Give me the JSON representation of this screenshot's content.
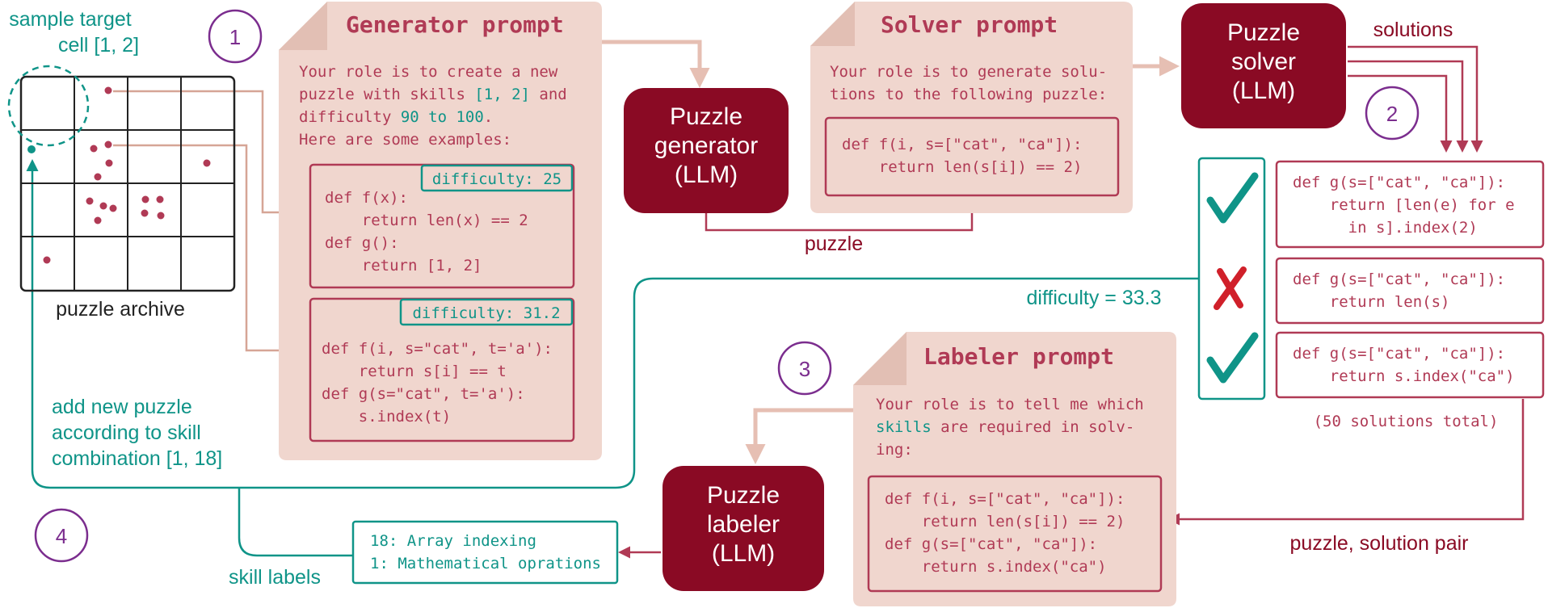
{
  "colors": {
    "maroon": "#8a0a24",
    "rose": "#b03a55",
    "teal": "#0f9488",
    "purple": "#7b2d8e",
    "paper": "#f0d6ce",
    "paper_fold": "#e2bfb4",
    "arrow_light": "#e6bfb3",
    "arrow_mid": "#d6a596"
  },
  "archive": {
    "target_label_line1": "sample target",
    "target_label_line2": "cell [1, 2]",
    "caption": "puzzle archive"
  },
  "steps": [
    "1",
    "2",
    "3",
    "4"
  ],
  "generator_prompt": {
    "title": "Generator prompt",
    "lines": [
      [
        {
          "t": "Your role is to create a new"
        }
      ],
      [
        {
          "t": "puzzle with skills "
        },
        {
          "t": "[1, 2]",
          "c": "teal"
        },
        {
          "t": " and"
        }
      ],
      [
        {
          "t": "difficulty "
        },
        {
          "t": "90 to 100",
          "c": "teal"
        },
        {
          "t": "."
        }
      ],
      [
        {
          "t": "Here are some examples:"
        }
      ]
    ],
    "example1": {
      "badge": "difficulty: 25",
      "code": [
        "def f(x):",
        "    return len(x) == 2",
        "def g():",
        "    return [1, 2]"
      ]
    },
    "example2": {
      "badge": "difficulty: 31.2",
      "code": [
        "def f(i, s=\"cat\", t='a'):",
        "    return s[i] == t",
        "def g(s=\"cat\", t='a'):",
        "    s.index(t)"
      ]
    }
  },
  "puzzle_generator": {
    "lines": [
      "Puzzle",
      "generator",
      "(LLM)"
    ]
  },
  "edge_puzzle": "puzzle",
  "solver_prompt": {
    "title": "Solver prompt",
    "lines": [
      "Your role is to generate solu-",
      "tions to the following puzzle:"
    ],
    "code": [
      "def f(i, s=[\"cat\", \"ca\"]):",
      "    return len(s[i]) == 2)"
    ]
  },
  "puzzle_solver": {
    "lines": [
      "Puzzle",
      "solver",
      "(LLM)"
    ]
  },
  "edge_solutions": "solutions",
  "solutions": [
    {
      "code": [
        "def g(s=[\"cat\", \"ca\"]):",
        "    return [len(e) for e",
        "      in s].index(2)"
      ],
      "verdict": "check"
    },
    {
      "code": [
        "def g(s=[\"cat\", \"ca\"]):",
        "    return len(s)"
      ],
      "verdict": "cross"
    },
    {
      "code": [
        "def g(s=[\"cat\", \"ca\"]):",
        "    return s.index(\"ca\")"
      ],
      "verdict": "check"
    }
  ],
  "solutions_total": "(50 solutions total)",
  "difficulty_label": "difficulty = 33.3",
  "edge_pair": "puzzle, solution pair",
  "labeler_prompt": {
    "title": "Labeler prompt",
    "lines": [
      [
        {
          "t": "Your role is to tell me which"
        }
      ],
      [
        {
          "t": "skills",
          "c": "teal"
        },
        {
          "t": " are required in solv-"
        }
      ],
      [
        {
          "t": "ing:"
        }
      ]
    ],
    "code": [
      "def f(i, s=[\"cat\", \"ca\"]):",
      "    return len(s[i]) == 2)",
      "def g(s=[\"cat\", \"ca\"]):",
      "    return s.index(\"ca\")"
    ]
  },
  "puzzle_labeler": {
    "lines": [
      "Puzzle",
      "labeler",
      "(LLM)"
    ]
  },
  "skill_labels_box": [
    "18: Array indexing",
    "1: Mathematical oprations"
  ],
  "skill_labels_caption": "skill labels",
  "add_puzzle_label": [
    "add new puzzle",
    "according to skill",
    "combination [1, 18]"
  ]
}
